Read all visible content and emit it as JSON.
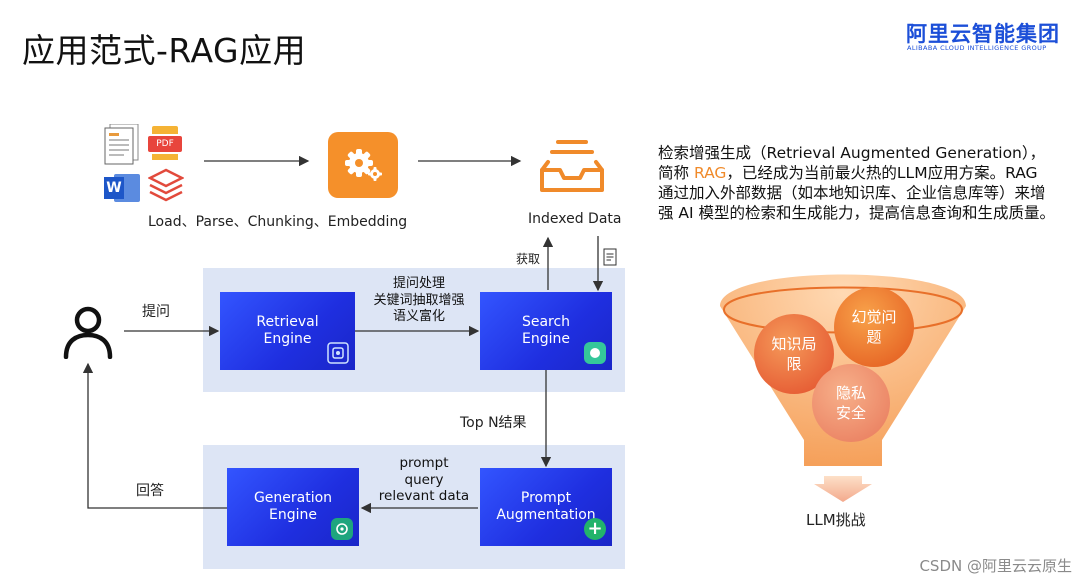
{
  "header": {
    "title": "应用范式-RAG应用",
    "logo_cn": "阿里云智能集团",
    "logo_en": "ALIBABA CLOUD INTELLIGENCE GROUP"
  },
  "pipeline": {
    "load_label": "Load、Parse、Chunking、Embedding",
    "indexed_label": "Indexed Data",
    "pdf_label": "PDF",
    "word_label": "W",
    "fetch_label": "获取"
  },
  "flow": {
    "ask_label": "提问",
    "query_processing": [
      "提问处理",
      "关键词抽取增强",
      "语义富化"
    ],
    "top_n_label": "Top N结果",
    "prompt_labels": [
      "prompt",
      "query",
      "relevant data"
    ],
    "answer_label": "回答"
  },
  "engines": {
    "retrieval": [
      "Retrieval",
      "Engine"
    ],
    "search": [
      "Search",
      "Engine"
    ],
    "generation": [
      "Generation",
      "Engine"
    ],
    "prompt_aug": [
      "Prompt",
      "Augmentation"
    ]
  },
  "description": {
    "line1": "检索增强生成（Retrieval Augmented Generation），",
    "line2_pre": "简称 ",
    "line2_rag": "RAG",
    "line2_post": "，已经成为当前最火热的LLM应用方案。RAG",
    "line3": "通过加入外部数据（如本地知识库、企业信息库等）来增",
    "line4": "强 AI 模型的检索和生成能力，提高信息查询和生成质量。"
  },
  "funnel": {
    "circle1": [
      "知识局",
      "限"
    ],
    "circle2": [
      "幻觉问",
      "题"
    ],
    "circle3": [
      "隐私",
      "安全"
    ],
    "caption": "LLM挑战"
  },
  "watermark": "CSDN @阿里云云原生",
  "colors": {
    "accent_orange": "#f5902a",
    "engine_blue": "#2436e6",
    "panel_bg": "#dde5f5",
    "logo_blue": "#1c4fd8"
  }
}
